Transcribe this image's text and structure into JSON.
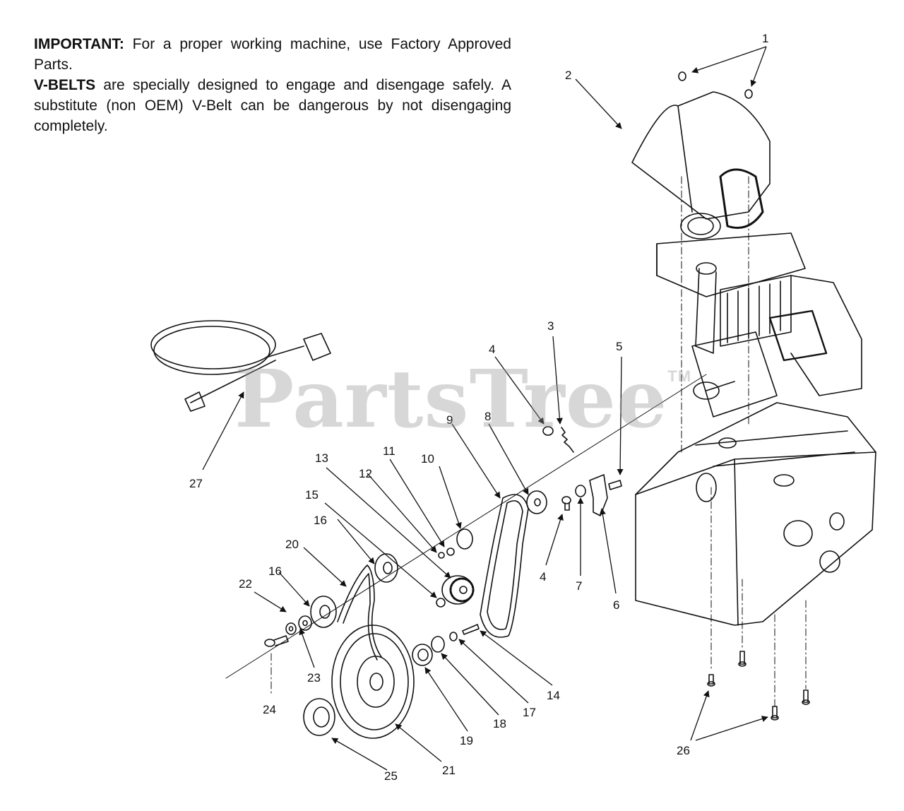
{
  "notice": {
    "important_label": "IMPORTANT:",
    "important_text": " For a proper working machine, use Factory Approved Parts.",
    "vbelt_label": "V-BELTS",
    "vbelt_text": " are specially designed to engage and disengage safely.  A substitute (non OEM) V-Belt can be dangerous by not disengaging completely."
  },
  "watermark": {
    "brand": "PartsTree",
    "mark": "TM"
  },
  "callouts": [
    "1",
    "2",
    "3",
    "4",
    "5",
    "8",
    "9",
    "10",
    "11",
    "12",
    "13",
    "15",
    "16",
    "20",
    "22",
    "16",
    "23",
    "24",
    "25",
    "21",
    "19",
    "18",
    "17",
    "14",
    "4",
    "7",
    "6",
    "26",
    "27"
  ],
  "colors": {
    "ink": "#111111",
    "watermark": "#969696",
    "background": "#ffffff"
  }
}
